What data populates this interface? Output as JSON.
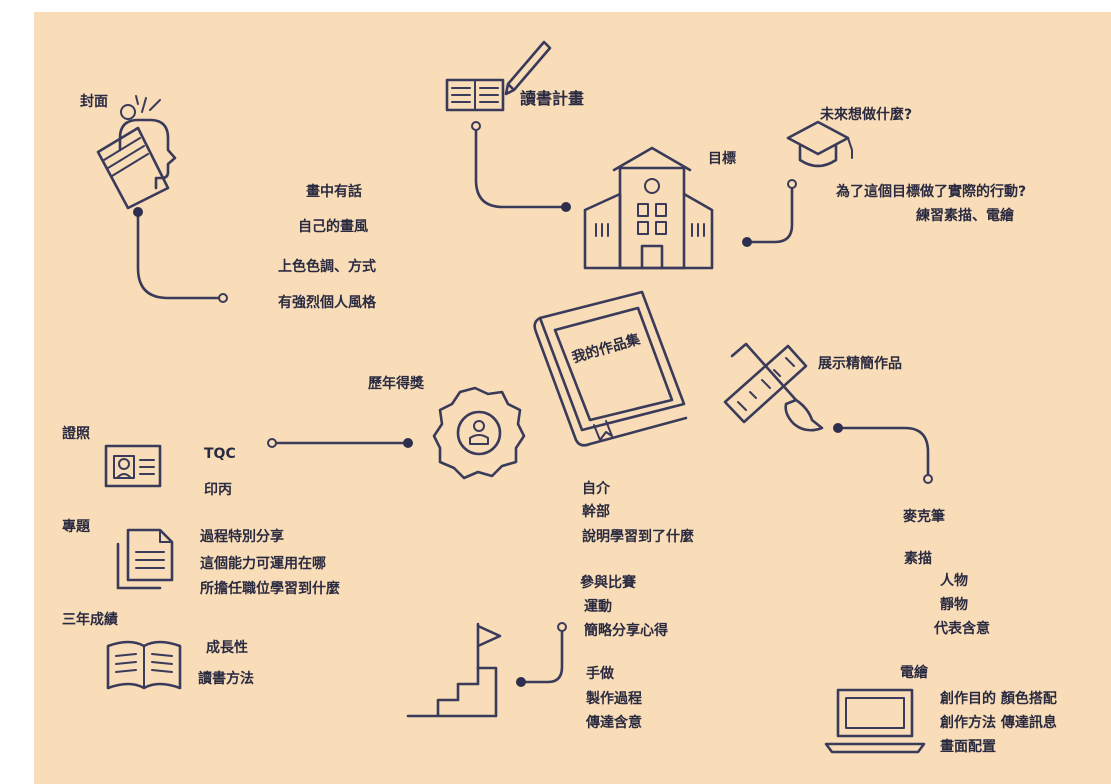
{
  "nodes": {
    "cover": {
      "title": "封面",
      "items": [
        "畫中有話",
        "自己的畫風",
        "上色色調、方式",
        "有強烈個人風格"
      ]
    },
    "reading_plan": {
      "title": "讀書計畫"
    },
    "goal": {
      "title": "目標",
      "question": "未來想做什麼?",
      "action": "為了這個目標做了實際的行動?",
      "action_detail": "練習素描、電繪"
    },
    "portfolio": {
      "title": "我的作品集"
    },
    "awards": {
      "title": "歷年得獎"
    },
    "certificates": {
      "title": "證照",
      "items": [
        "TQC",
        "印丙"
      ]
    },
    "projects": {
      "title": "專題",
      "items": [
        "過程特別分享",
        "這個能力可運用在哪",
        "所擔任職位學習到什麼"
      ]
    },
    "grades": {
      "title": "三年成績",
      "items": [
        "成長性",
        "讀書方法"
      ]
    },
    "intro": {
      "items": [
        "自介",
        "幹部",
        "說明學習到了什麼"
      ]
    },
    "activities": {
      "title": "參與比賽",
      "items": [
        "運動",
        "簡略分享心得"
      ]
    },
    "handmade": {
      "title": "手做",
      "items": [
        "製作過程",
        "傳達含意"
      ]
    },
    "showcase": {
      "title": "展示精簡作品",
      "marker": "麥克筆"
    },
    "sketch": {
      "title": "素描",
      "items": [
        "人物",
        "靜物",
        "代表含意"
      ]
    },
    "digital": {
      "title": "電繪",
      "items": [
        "創作目的 顏色搭配",
        "創作方法 傳達訊息",
        "畫面配置"
      ]
    }
  },
  "colors": {
    "background": "#f8ddb8",
    "ink": "#2a2a40",
    "line": "#3a3a5a",
    "page_margin": "#ffffff"
  },
  "icons": [
    "head-icon",
    "book-pencil-icon",
    "school-building-icon",
    "graduation-cap-icon",
    "portfolio-book-icon",
    "award-badge-icon",
    "ruler-brush-icon",
    "id-card-icon",
    "documents-icon",
    "open-book-icon",
    "stairs-flag-icon",
    "laptop-icon"
  ]
}
